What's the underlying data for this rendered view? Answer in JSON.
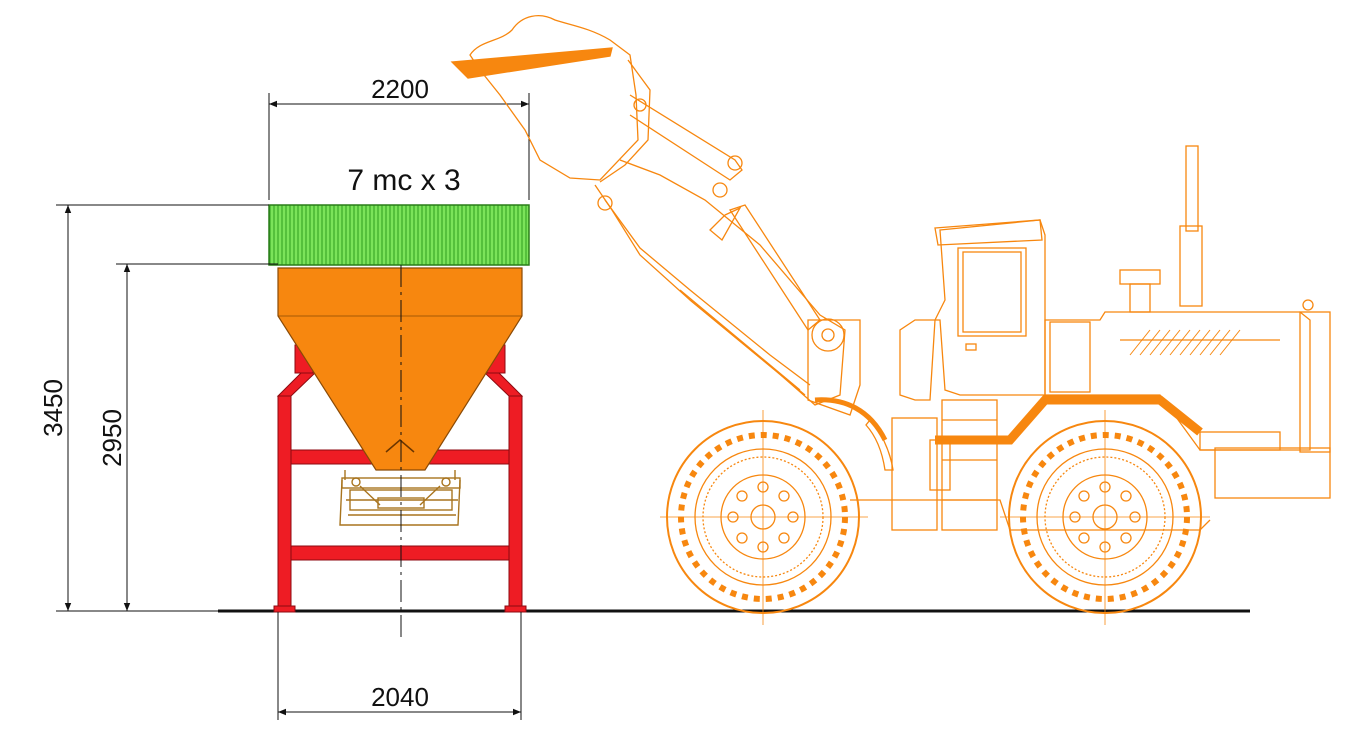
{
  "dimensions": {
    "top_width": "2200",
    "bottom_width": "2040",
    "total_height": "3450",
    "hopper_height": "2950"
  },
  "capacity_label": "7 mc x 3",
  "colors": {
    "hopper": "#f7870f",
    "frame": "#ee1c24",
    "grid": "#5ed63a",
    "loader": "#f7870f",
    "line": "#111111"
  }
}
